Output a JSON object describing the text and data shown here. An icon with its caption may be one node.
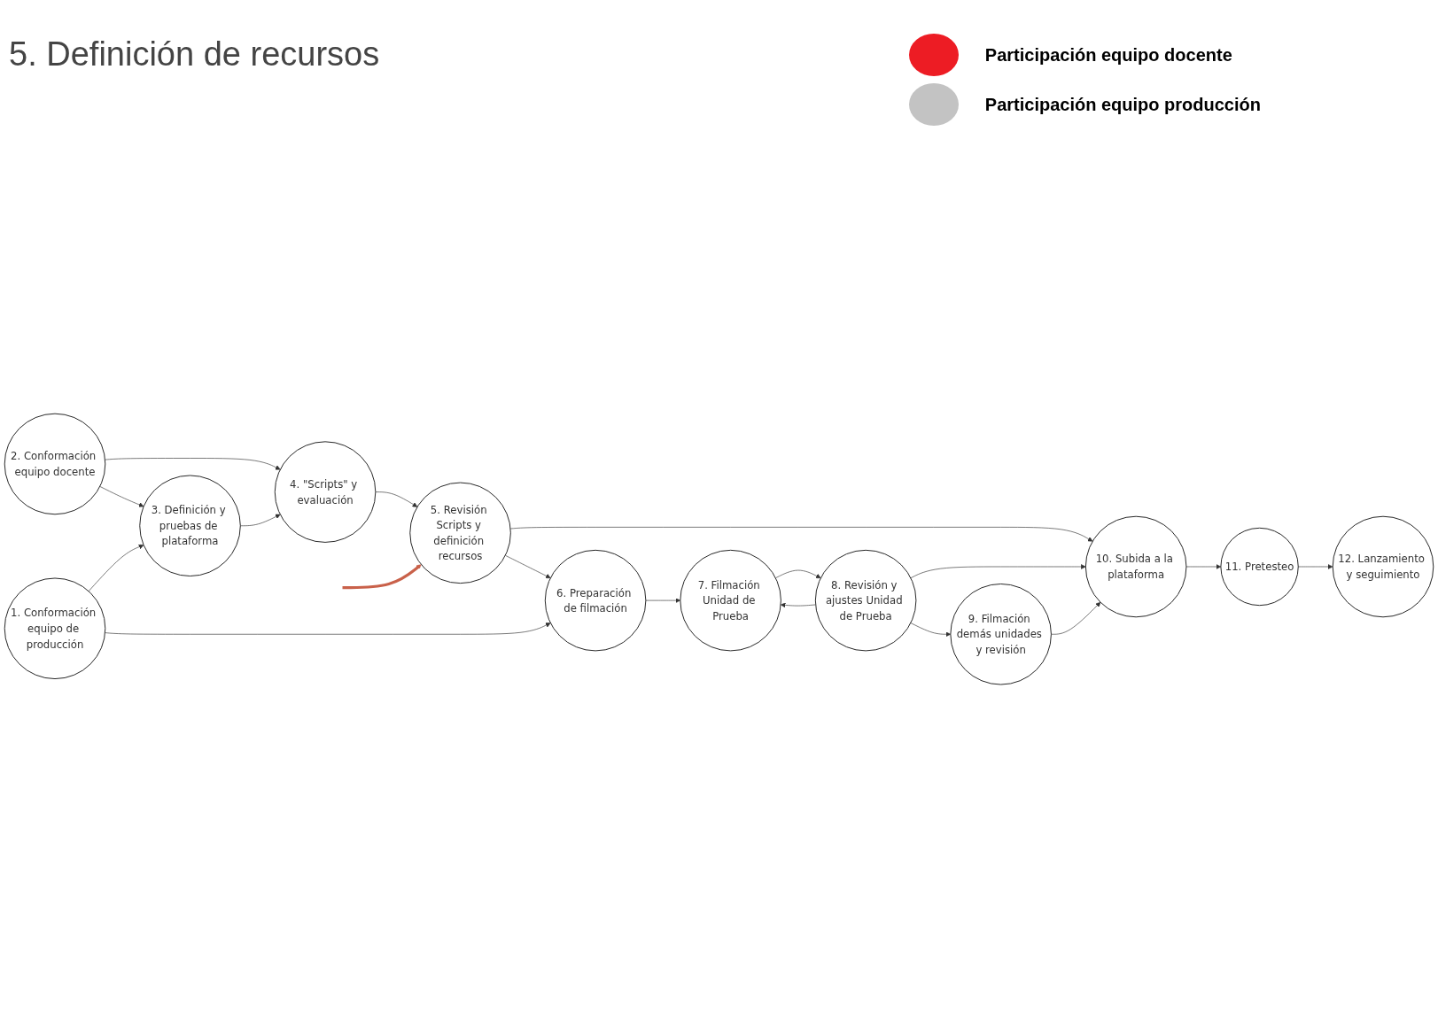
{
  "diagram": {
    "nodes": [
      {
        "text": [
          "1. Conformación equipo de producción"
        ]
      },
      {
        "text": [
          "2. Conformación equipo docente"
        ]
      },
      {
        "text": [
          "3. Definición y pruebas de plataforma"
        ]
      },
      {
        "text": [
          "4. \"Scripts\" y evaluación"
        ]
      },
      {
        "text": [
          "5. Revisión Scripts y definición recursos"
        ]
      },
      {
        "text": [
          "6. Preparación de filmación"
        ]
      },
      {
        "text": [
          "7. Filmación Unidad de Prueba"
        ]
      },
      {
        "text": [
          "8. Revisión y ajustes Unidad de Prueba"
        ]
      },
      {
        "text": [
          "9. Filmación demás unidades y revisión"
        ]
      },
      {
        "text": [
          "10. Subida a la plataforma"
        ]
      },
      {
        "text": [
          "11. Pretesteo"
        ]
      },
      {
        "text": [
          "12. Lanzamiento y seguimiento"
        ]
      }
    ],
    "edges": [
      {
        "from": 1,
        "to": 3,
        "arrow": "to"
      },
      {
        "from": 1,
        "to": 2,
        "arrow": "to"
      },
      {
        "from": 2,
        "to": 3,
        "arrow": "to"
      },
      {
        "from": 0,
        "to": 2,
        "arrow": "to"
      },
      {
        "from": 3,
        "to": 4,
        "arrow": "to"
      },
      {
        "from": null,
        "to": 4,
        "arrow": "to",
        "style": "thick",
        "color": "#c9614a"
      },
      {
        "from": 4,
        "to": 9,
        "arrow": "to"
      },
      {
        "from": 4,
        "to": 5,
        "arrow": "to"
      },
      {
        "from": 0,
        "to": 5,
        "arrow": "to"
      },
      {
        "from": 5,
        "to": 6,
        "arrow": "to"
      },
      {
        "from": 7,
        "to": 6,
        "arrow": "to"
      },
      {
        "from": 6,
        "to": 7,
        "arrow": "to"
      },
      {
        "from": 7,
        "to": 9,
        "arrow": "to"
      },
      {
        "from": 7,
        "to": 8,
        "arrow": "to"
      },
      {
        "from": 8,
        "to": 9,
        "arrow": "to"
      },
      {
        "from": 9,
        "to": 10,
        "arrow": "to"
      },
      {
        "from": 10,
        "to": 11,
        "arrow": "to"
      }
    ],
    "labels": [
      "5. Definición de recursos"
    ],
    "legend": [
      {
        "text": "Participación equipo docente",
        "color": "#ed1c24"
      },
      {
        "text": "Participación equipo producción",
        "color": "#c3c3c3"
      }
    ]
  }
}
